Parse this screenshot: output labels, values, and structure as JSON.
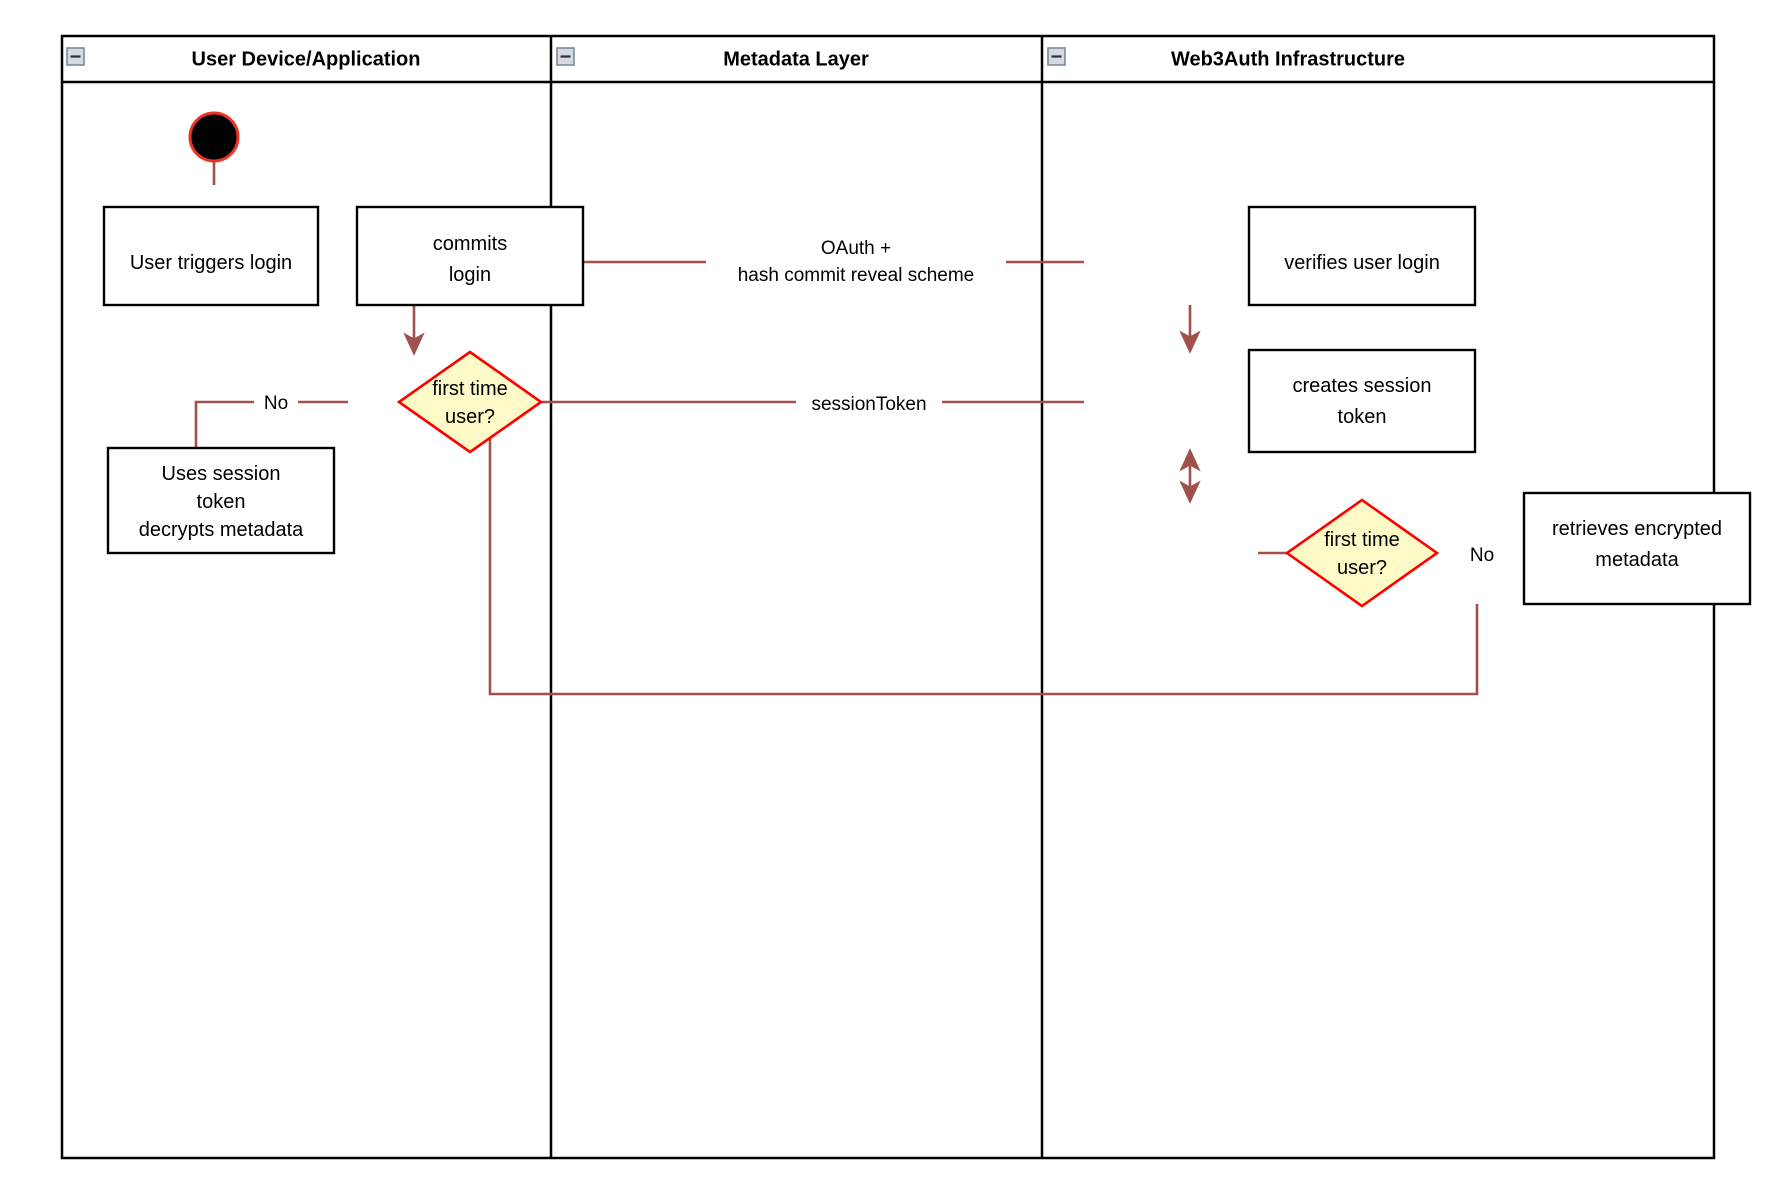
{
  "diagram": {
    "type": "uml-activity-swimlane",
    "title": "Web3Auth login activity diagram",
    "colors": {
      "lane_border": "#000000",
      "node_border": "#000000",
      "node_fill": "#ffffff",
      "decision_fill": "#fdfac8",
      "decision_border": "#ff0000",
      "flow": "#a0514b",
      "start_fill": "#000000",
      "start_border": "#ee3322",
      "collapse_icon_fill": "#d4dae0"
    },
    "lanes": [
      {
        "id": "lane-user",
        "title": "User Device/Application",
        "collapse_icon": "collapse-minus-icon"
      },
      {
        "id": "lane-metadata",
        "title": "Metadata Layer",
        "collapse_icon": "collapse-minus-icon"
      },
      {
        "id": "lane-web3auth",
        "title": "Web3Auth Infrastructure",
        "collapse_icon": "collapse-minus-icon"
      }
    ],
    "nodes": [
      {
        "id": "start",
        "kind": "initial-node",
        "lane": "lane-user",
        "label": ""
      },
      {
        "id": "user-triggers",
        "kind": "action",
        "lane": "lane-user",
        "label": "User triggers login",
        "lines": [
          "User triggers login"
        ]
      },
      {
        "id": "commits-login",
        "kind": "action",
        "lane": "lane-user",
        "label": "commits login",
        "lines": [
          "commits",
          "login"
        ]
      },
      {
        "id": "decision-user",
        "kind": "decision",
        "lane": "lane-user",
        "label": "first time user?",
        "lines": [
          "first time",
          "user?"
        ]
      },
      {
        "id": "uses-session",
        "kind": "action",
        "lane": "lane-user",
        "label": "Uses session token decrypts metadata",
        "lines": [
          "Uses session",
          "token",
          "decrypts metadata"
        ]
      },
      {
        "id": "verifies-login",
        "kind": "action",
        "lane": "lane-web3auth",
        "label": "verifies user login",
        "lines": [
          "verifies user login"
        ]
      },
      {
        "id": "creates-session",
        "kind": "action",
        "lane": "lane-web3auth",
        "label": "creates session token",
        "lines": [
          "creates session",
          "token"
        ]
      },
      {
        "id": "decision-web3auth",
        "kind": "decision",
        "lane": "lane-web3auth",
        "label": "first time user?",
        "lines": [
          "first time",
          "user?"
        ]
      },
      {
        "id": "retrieves-meta",
        "kind": "action",
        "lane": "lane-web3auth",
        "label": "retrieves encrypted metadata",
        "lines": [
          "retrieves encrypted",
          "metadata"
        ]
      }
    ],
    "edges": [
      {
        "id": "e1",
        "from": "start",
        "to": "user-triggers",
        "label": ""
      },
      {
        "id": "e2",
        "from": "user-triggers",
        "to": "commits-login",
        "label": ""
      },
      {
        "id": "e3",
        "from": "commits-login",
        "to": "verifies-login",
        "label": "OAuth + hash commit reveal scheme",
        "label_lines": [
          "OAuth +",
          "hash commit reveal scheme"
        ]
      },
      {
        "id": "e4",
        "from": "commits-login",
        "to": "decision-user",
        "label": ""
      },
      {
        "id": "e5",
        "from": "decision-user",
        "to": "uses-session",
        "label": "No"
      },
      {
        "id": "e6",
        "from": "verifies-login",
        "to": "creates-session",
        "label": ""
      },
      {
        "id": "e7",
        "from": "creates-session",
        "to": "decision-user",
        "label": "sessionToken"
      },
      {
        "id": "e8",
        "from": "creates-session",
        "to": "decision-web3auth",
        "label": ""
      },
      {
        "id": "e9",
        "from": "decision-web3auth",
        "to": "retrieves-meta",
        "label": "No"
      },
      {
        "id": "e10",
        "from": "retrieves-meta",
        "to": "decision-user",
        "label": ""
      }
    ]
  }
}
